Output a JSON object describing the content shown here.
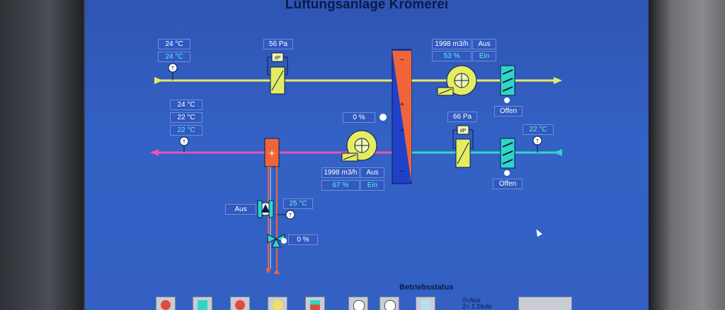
{
  "title": "Lüftungsanlage Krömerei",
  "supply": {
    "temp_set": "24 °C",
    "temp_actual": "24 °C",
    "pressure": "56 Pa",
    "fan_flow": "1998 m3/h",
    "fan_state": "Aus",
    "fan_speed": "53 %",
    "fan_mode": "Ein",
    "damper_state": "Offen"
  },
  "exhaust": {
    "temp_1": "24 °C",
    "temp_2": "22 °C",
    "temp_3": "22 °C",
    "hrc_pct": "0 %",
    "fan_flow": "1998 m3/h",
    "fan_state": "Aus",
    "fan_speed": "67 %",
    "fan_mode": "Ein",
    "pressure": "66 Pa",
    "outdoor_temp": "22 °C",
    "damper_state": "Offen"
  },
  "heater": {
    "pump_state": "Aus",
    "return_temp": "25 °C",
    "valve_pct": "0 %"
  },
  "status": {
    "title": "Betriebsstatus",
    "legend_1": "0=Aus",
    "legend_2": "2= 1.Stufe"
  },
  "toolbar": [
    "stop-icon",
    "chart-icon",
    "stop-icon",
    "bulb-icon",
    "level-icon",
    "clock-icon",
    "clock-icon",
    "list-icon"
  ],
  "colors": {
    "supply_pipe": "#e4ec62",
    "exhaust_pipe": "#e655b7",
    "outdoor_pipe": "#2fd6c4",
    "heater": "#f0643a",
    "hrc_blue": "#2140c9",
    "value_text": "#ffffff",
    "value_text_setpoint": "#5ef3e6"
  }
}
